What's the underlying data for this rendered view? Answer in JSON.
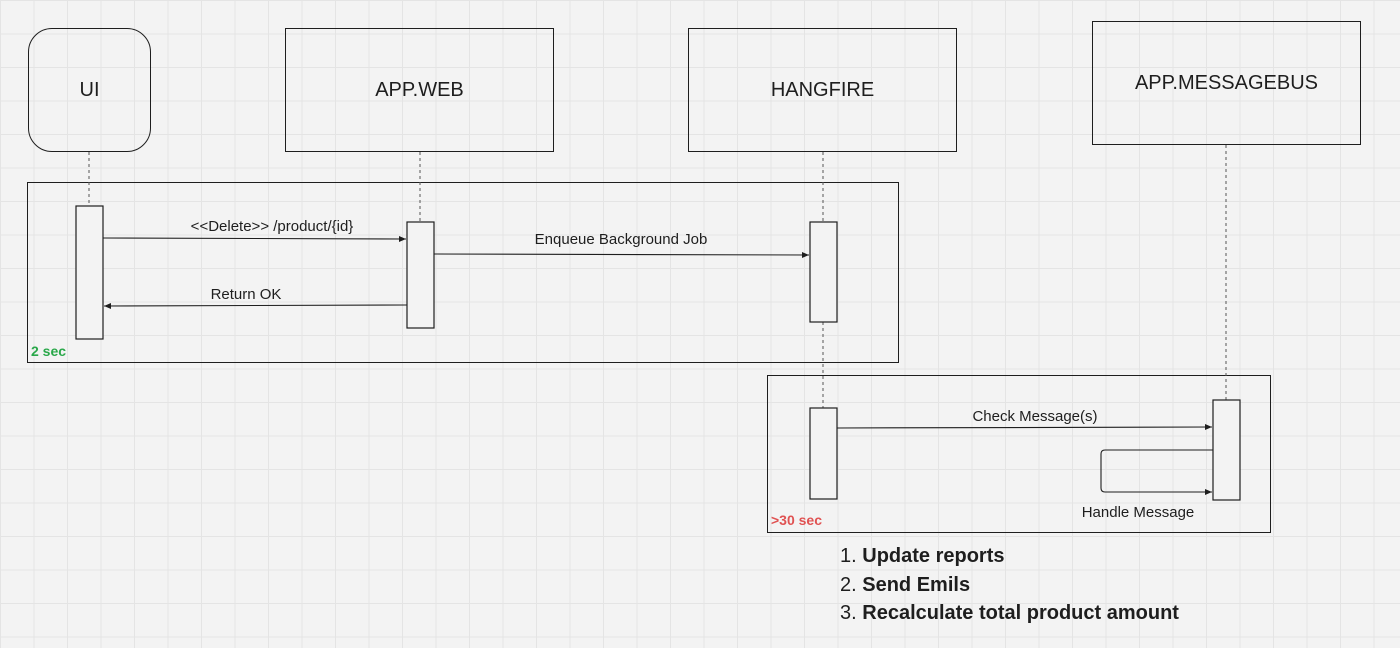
{
  "participants": {
    "ui": "UI",
    "web": "APP.WEB",
    "hangfire": "HANGFIRE",
    "messagebus": "APP.MESSAGEBUS"
  },
  "messages": {
    "delete_request": "<<Delete>> /product/{id}",
    "enqueue_job": "Enqueue Background Job",
    "return_ok": "Return OK",
    "check_messages": "Check Message(s)",
    "handle_message": "Handle Message"
  },
  "frames": {
    "sync_duration": "2 sec",
    "async_duration": ">30 sec"
  },
  "side_effects": [
    {
      "number": "1.",
      "text": "Update reports"
    },
    {
      "number": "2.",
      "text": "Send Emils"
    },
    {
      "number": "3.",
      "text": "Recalculate total product amount"
    }
  ],
  "colors": {
    "line": "#1e1e1e",
    "sync_label": "#2aa84a",
    "async_label": "#e05252",
    "background": "#f3f3f3",
    "grid": "#e4e4e4"
  }
}
